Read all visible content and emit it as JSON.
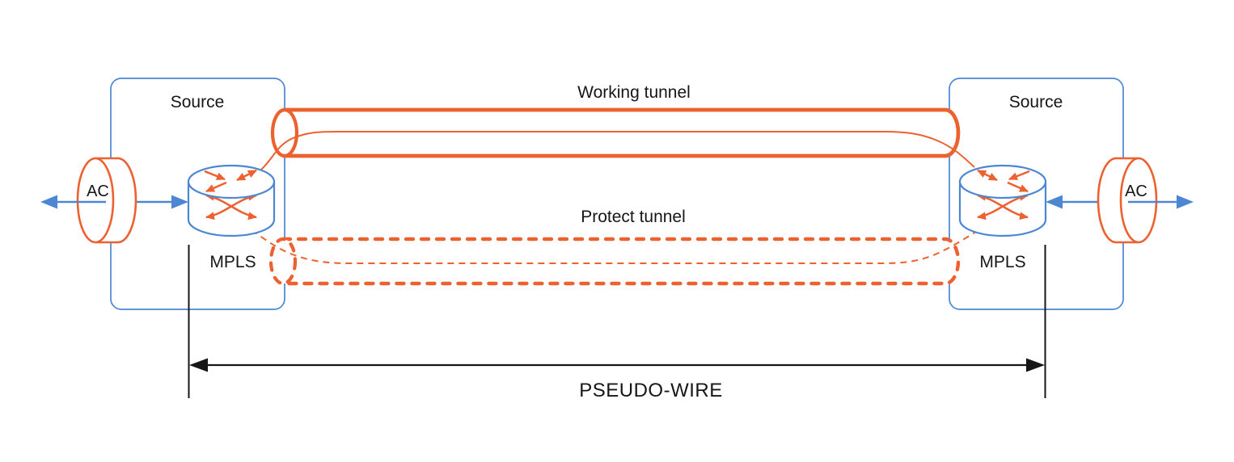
{
  "colors": {
    "orange": "#ED6030",
    "blue": "#4D87D3",
    "black": "#161616",
    "background": "#FFFFFF"
  },
  "endpoints": {
    "left": {
      "box_label": "Source",
      "router_label": "MPLS",
      "ac_label": "AC"
    },
    "right": {
      "box_label": "Source",
      "router_label": "MPLS",
      "ac_label": "AC"
    }
  },
  "tunnels": {
    "working": {
      "label": "Working tunnel",
      "line_style": "solid"
    },
    "protect": {
      "label": "Protect tunnel",
      "line_style": "dashed"
    }
  },
  "pseudo_wire": {
    "label": "PSEUDO-WIRE"
  },
  "icons": {
    "router": "cylinder-with-crossed-arrows",
    "ac": "orange-disc-cylinder"
  }
}
